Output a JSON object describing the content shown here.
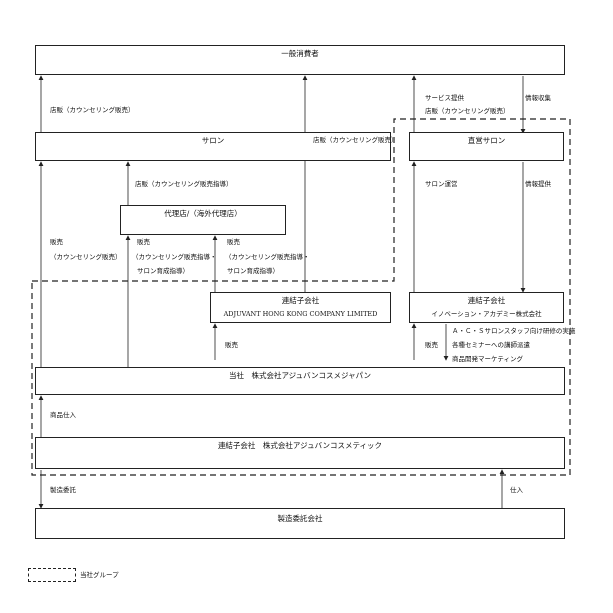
{
  "boxes": {
    "consumer": "一般消費者",
    "salon": "サロン",
    "direct_salon": "直営サロン",
    "agency": "代理店/（海外代理店）",
    "adjuvant_hk_title": "連結子会社",
    "adjuvant_hk_name": "ADJUVANT HONG KONG COMPANY LIMITED",
    "innovation_title": "連結子会社",
    "innovation_name": "イノベーション・アカデミー株式会社",
    "company": "当社　株式会社アジュバンコスメジャパン",
    "cosmetic": "連結子会社　株式会社アジュバンコスメティック",
    "manufacturer": "製造委託会社"
  },
  "labels": {
    "store_sales_counseling_1": "店販（カウンセリング販売）",
    "service_provision": "サービス提供",
    "store_sales_counseling_2": "店販（カウンセリング販売）",
    "store_sales_counseling_3": "店販（カウンセリング販売）",
    "info_collection": "情報収集",
    "store_sales_guidance": "店販（カウンセリング販売指導）",
    "salon_operation": "サロン運営",
    "info_provision": "情報提供",
    "sales_left_1": "販売",
    "sales_left_2": "（カウンセリング販売）",
    "sales_mid_1": "販売",
    "sales_mid_2": "（カウンセリング販売指導・",
    "sales_mid_3": "サロン育成指導）",
    "sales_hk_1": "販売",
    "sales_hk_2": "（カウンセリング販売指導・",
    "sales_hk_3": "サロン育成指導）",
    "sales_hk_lower": "販売",
    "sales_innovation": "販売",
    "innovation_note_1": "Ａ・Ｃ・Ｓサロンスタッフ向け研修の実施",
    "innovation_note_2": "各種セミナーへの講師派遣",
    "innovation_note_3": "商品開発マーケティング",
    "product_purchase": "商品仕入",
    "manufacturing_commission": "製造委託",
    "purchase": "仕入"
  },
  "legend": {
    "label": "当社グループ"
  }
}
